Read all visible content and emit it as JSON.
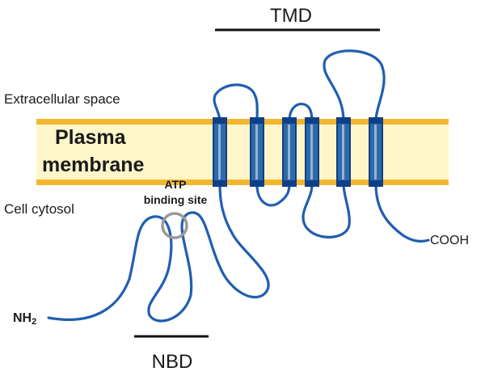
{
  "labels": {
    "tmd": "TMD",
    "nbd": "NBD",
    "extracellular": "Extracellular space",
    "cytosol": "Cell cytosol",
    "membrane_line1": "Plasma",
    "membrane_line2": "membrane",
    "atp_line1": "ATP",
    "atp_line2": "binding site",
    "n_terminus_main": "NH",
    "n_terminus_sub": "2",
    "c_terminus": "COOH"
  },
  "colors": {
    "membrane_fill": "#fdf6c8",
    "membrane_edge": "#f2b631",
    "protein_chain": "#1f5fb0",
    "helix_fill": "#2f6aa8",
    "helix_border": "#0f3f88",
    "helix_highlight": "#8fb4dc",
    "membrane_text": "#3a3a3a",
    "binding_site_ring": "#999999",
    "label_text": "#1a1a1a"
  },
  "transmembrane_helix_count": 6
}
